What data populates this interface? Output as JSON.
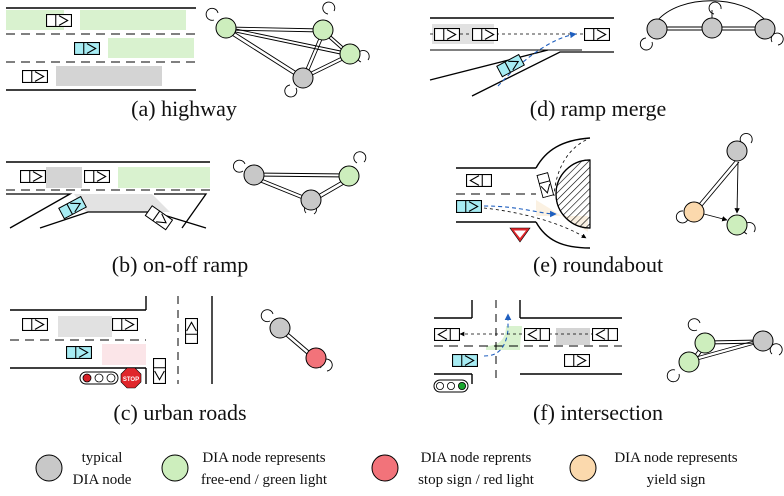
{
  "colors": {
    "gray_node": "#c8c8c8",
    "green_node": "#cdeebd",
    "red_node": "#f2737a",
    "yellow_node": "#fbd9ad",
    "road_line": "#000000",
    "lane_fill_green": "#d9f2cf",
    "lane_fill_gray": "#d4d4d4",
    "lane_fill_pink": "#fbe5e8",
    "car_cyan": "#a7ecf3",
    "arrow_blue": "#1f5fbf"
  },
  "captions": {
    "highway": "(a) highway",
    "on_off_ramp": "(b) on-off ramp",
    "urban_roads": "(c) urban roads",
    "ramp_merge": "(d) ramp merge",
    "roundabout": "(e) roundabout",
    "intersection": "(f) intersection"
  },
  "signs": {
    "stop": "STOP"
  },
  "legend": [
    {
      "color_key": "gray_node",
      "line1": "typical",
      "line2": "DIA node",
      "icon": "gray-circle"
    },
    {
      "color_key": "green_node",
      "line1": "DIA node represents",
      "line2": "free-end  / green light",
      "icon": "green-circle"
    },
    {
      "color_key": "red_node",
      "line1": "DIA node reprents",
      "line2": "stop sign / red light",
      "icon": "red-circle"
    },
    {
      "color_key": "yellow_node",
      "line1": "DIA node represents",
      "line2": "yield sign",
      "icon": "yellow-circle"
    }
  ]
}
